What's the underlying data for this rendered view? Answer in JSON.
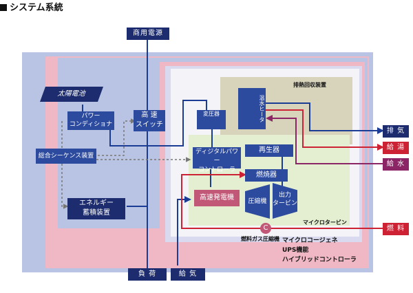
{
  "section_title": "システム系統",
  "top_tag": "商用電源",
  "bottom_tags": {
    "load": "負 荷",
    "air_supply": "給 気"
  },
  "right_tags": {
    "exhaust": "排 気",
    "hot_water": "給 湯",
    "water_supply": "給 水",
    "fuel": "燃 料"
  },
  "blocks": {
    "solar": "太陽電池",
    "power_conditioner": "パワー\nコンディショナ",
    "fast_switch": "高 速\nスイッチ",
    "integrated_sequencer": "総合シーケンス装置",
    "energy_storage": "エネルギー\n蓄積装置",
    "transformer": "変圧器",
    "digital_power_controller": "ディジタルパワー\nコントローラ",
    "regenerator": "再生器",
    "combustor": "燃焼器",
    "high_speed_generator": "高速発電機",
    "compressor": "圧縮機",
    "output_turbine": "出力\nタービン",
    "heat_exchanger": "温水ヒータ",
    "fuel_gas_compressor": "燃料ガス圧縮機"
  },
  "zone_labels": {
    "heat_recovery": "排熱回収装置",
    "micro_turbine": "マイクロタービン",
    "micro_cogeneration": "マイクロコージェネ",
    "ups": "UPS機能",
    "hybrid_controller": "ハイブリッドコントローラ"
  },
  "colors": {
    "outer_blue": "#b9c4e4",
    "pink": "#f0b8c4",
    "lavender": "#d9d9ef",
    "white_zone": "#f4f4f8",
    "heat_zone": "#d8d4bc",
    "green_zone": "#e4eed0",
    "block_blue": "#2d4b9e",
    "block_dark": "#1c2c6e",
    "block_pink": "#c25878",
    "line_blue": "#1b3c94",
    "line_red": "#cc2233",
    "line_purple": "#8c2566"
  }
}
